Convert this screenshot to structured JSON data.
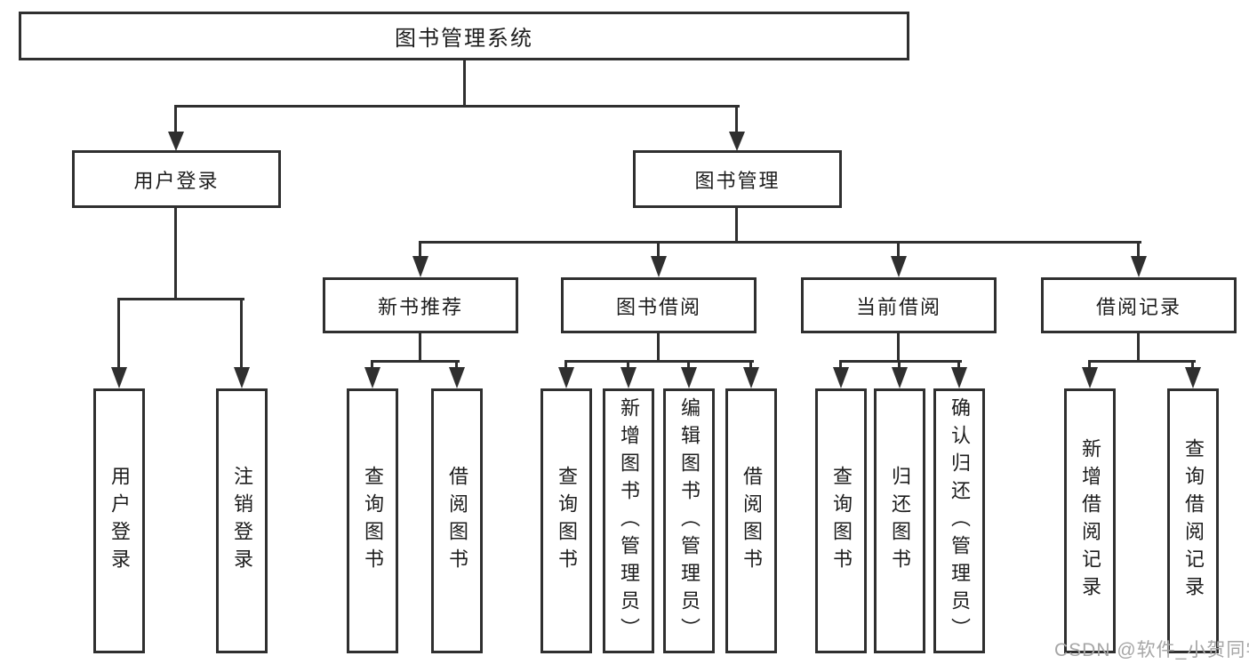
{
  "diagram": {
    "root": {
      "label": "图书管理系统"
    },
    "branches": [
      {
        "label": "用户登录",
        "children": [
          {
            "label": "用户登录"
          },
          {
            "label": "注销登录"
          }
        ]
      },
      {
        "label": "图书管理",
        "sections": [
          {
            "label": "新书推荐",
            "children": [
              {
                "label": "查询图书"
              },
              {
                "label": "借阅图书"
              }
            ]
          },
          {
            "label": "图书借阅",
            "children": [
              {
                "label": "查询图书"
              },
              {
                "label": "新增图书（管理员）"
              },
              {
                "label": "编辑图书（管理员）"
              },
              {
                "label": "借阅图书"
              }
            ]
          },
          {
            "label": "当前借阅",
            "children": [
              {
                "label": "查询图书"
              },
              {
                "label": "归还图书"
              },
              {
                "label": "确认归还（管理员）"
              }
            ]
          },
          {
            "label": "借阅记录",
            "children": [
              {
                "label": "新增借阅记录"
              },
              {
                "label": "查询借阅记录"
              }
            ]
          }
        ]
      }
    ]
  },
  "watermark": {
    "text": "CSDN @软件_小贺同学"
  },
  "colors": {
    "line": "#2f2f2f",
    "text": "#1d1d1d",
    "background": "#ffffff",
    "watermark": "#a6a6a6"
  }
}
